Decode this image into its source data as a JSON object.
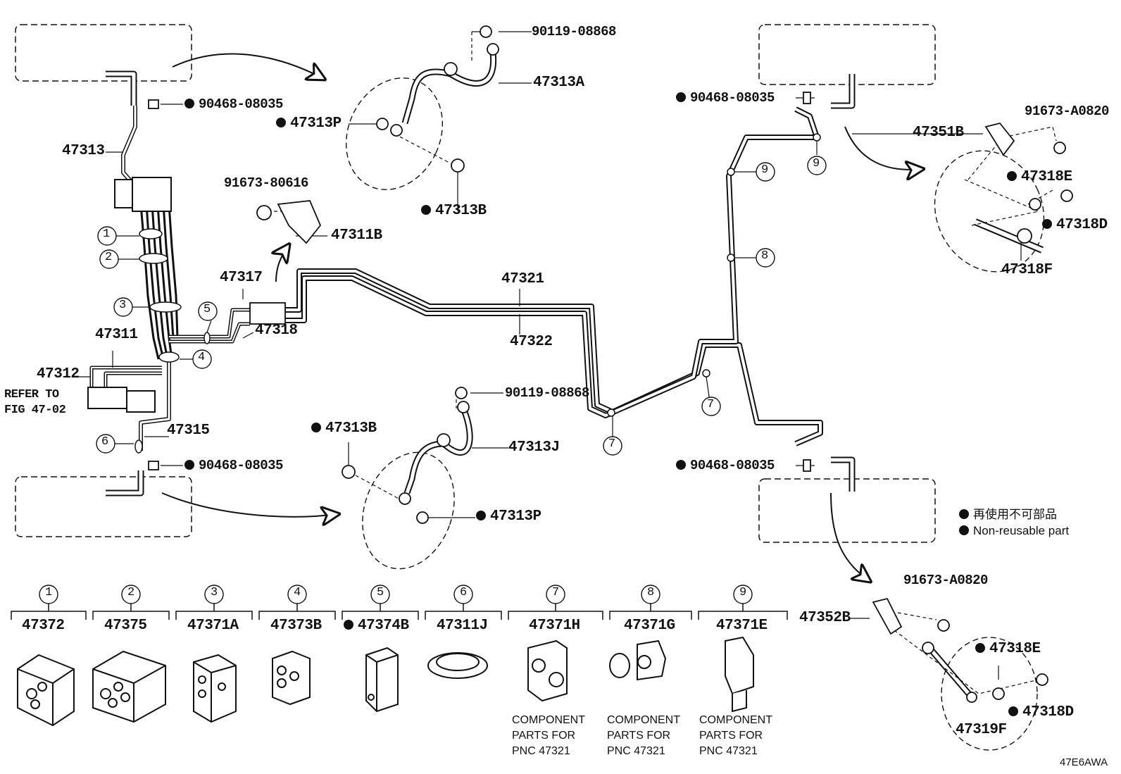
{
  "parts": {
    "p47313": "47313",
    "p90468_a": "90468-08035",
    "p90468_b": "90468-08035",
    "p90468_c": "90468-08035",
    "p90468_d": "90468-08035",
    "p90119_a": "90119-08868",
    "p90119_b": "90119-08868",
    "p47313A": "47313A",
    "p47313P_a": "47313P",
    "p47313P_b": "47313P",
    "p47313B_a": "47313B",
    "p47313B_b": "47313B",
    "p91673_80616": "91673-80616",
    "p47311B": "47311B",
    "p47317": "47317",
    "p47318": "47318",
    "p47321": "47321",
    "p47322": "47322",
    "p47311": "47311",
    "p47312": "47312",
    "p47315": "47315",
    "p47313J": "47313J",
    "p91673_A0820_a": "91673-A0820",
    "p91673_A0820_b": "91673-A0820",
    "p47351B": "47351B",
    "p47318E_a": "47318E",
    "p47318E_b": "47318E",
    "p47318D_a": "47318D",
    "p47318D_b": "47318D",
    "p47318F": "47318F",
    "p47352B": "47352B",
    "p47319F": "47319F"
  },
  "refer": "REFER TO\nFIG 47-02",
  "callouts": [
    "1",
    "2",
    "3",
    "4",
    "5",
    "6",
    "7",
    "8",
    "9"
  ],
  "legend": {
    "jp": "再使用不可部品",
    "en": "Non-reusable part"
  },
  "components": [
    {
      "num": "1",
      "part": "47372",
      "nonreuse": false,
      "note": ""
    },
    {
      "num": "2",
      "part": "47375",
      "nonreuse": false,
      "note": ""
    },
    {
      "num": "3",
      "part": "47371A",
      "nonreuse": false,
      "note": ""
    },
    {
      "num": "4",
      "part": "47373B",
      "nonreuse": false,
      "note": ""
    },
    {
      "num": "5",
      "part": "47374B",
      "nonreuse": true,
      "note": ""
    },
    {
      "num": "6",
      "part": "47311J",
      "nonreuse": false,
      "note": ""
    },
    {
      "num": "7",
      "part": "47371H",
      "nonreuse": false,
      "note": "COMPONENT\nPARTS FOR\nPNC 47321"
    },
    {
      "num": "8",
      "part": "47371G",
      "nonreuse": false,
      "note": "COMPONENT\nPARTS FOR\nPNC 47321"
    },
    {
      "num": "9",
      "part": "47371E",
      "nonreuse": false,
      "note": "COMPONENT\nPARTS FOR\nPNC 47321"
    }
  ],
  "figure_code": "47E6AWA"
}
